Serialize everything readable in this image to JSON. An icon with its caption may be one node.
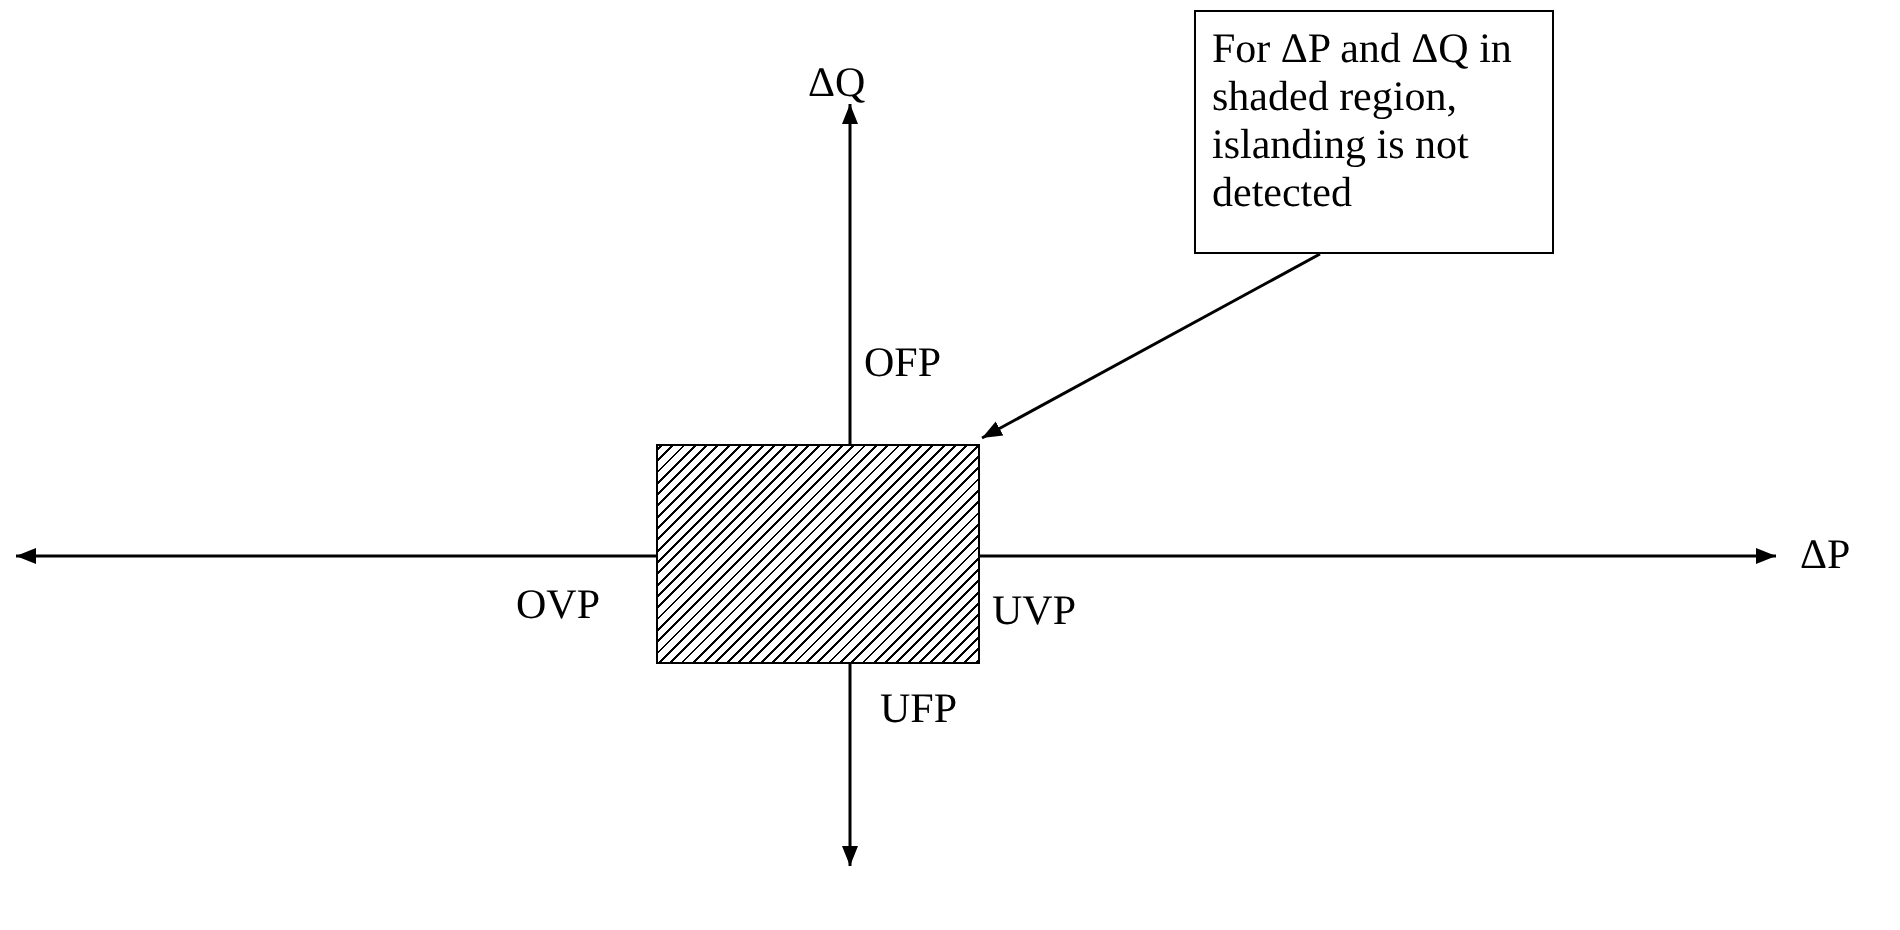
{
  "diagram": {
    "nodes": [
      {
        "text": [
          "For ΔP and ΔQ in shaded region, islanding is not detected"
        ]
      },
      {
        "text": [],
        "shape": "box"
      }
    ],
    "edges": [
      {
        "from": 0,
        "to": 1,
        "arrow": "to"
      }
    ],
    "labels": [
      "ΔQ",
      "OFP",
      "OVP",
      "UVP",
      "UFP",
      "ΔP"
    ]
  }
}
